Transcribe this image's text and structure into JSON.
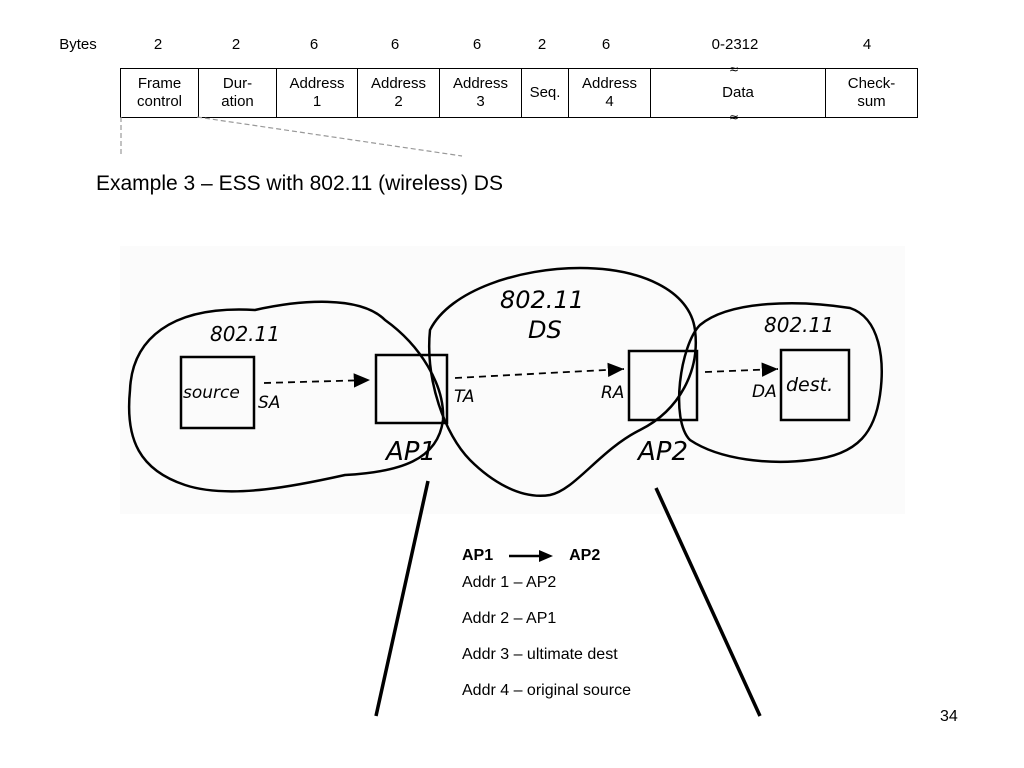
{
  "frame_format": {
    "bytes_label": "Bytes",
    "fields": [
      {
        "bytes": "2",
        "label": "Frame\ncontrol"
      },
      {
        "bytes": "2",
        "label": "Dur-\nation"
      },
      {
        "bytes": "6",
        "label": "Address\n1"
      },
      {
        "bytes": "6",
        "label": "Address\n2"
      },
      {
        "bytes": "6",
        "label": "Address\n3"
      },
      {
        "bytes": "2",
        "label": "Seq."
      },
      {
        "bytes": "6",
        "label": "Address\n4"
      },
      {
        "bytes": "0-2312",
        "label": "Data"
      },
      {
        "bytes": "4",
        "label": "Check-\nsum"
      }
    ]
  },
  "title": "Example 3 – ESS with 802.11 (wireless) DS",
  "diagram": {
    "left_cloud_label": "802.11",
    "ds_label_line1": "802.11",
    "ds_label_line2": "DS",
    "right_cloud_label": "802.11",
    "source_label": "source",
    "dest_label": "dest.",
    "ap1_label": "AP1",
    "ap2_label": "AP2",
    "sa_label": "SA",
    "ta_label": "TA",
    "ra_label": "RA",
    "da_label": "DA"
  },
  "legend": {
    "from": "AP1",
    "to": "AP2",
    "lines": [
      "Addr 1 – AP2",
      "Addr 2 – AP1",
      "Addr 3 – ultimate dest",
      "Addr 4 – original source"
    ]
  },
  "page_number": "34"
}
